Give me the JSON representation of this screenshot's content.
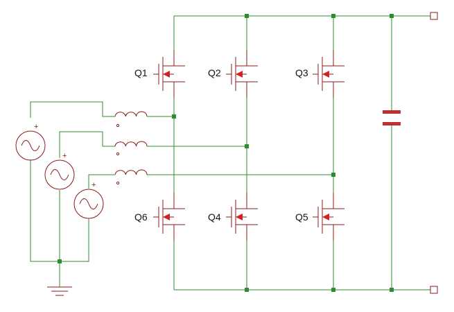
{
  "diagram": {
    "transistors": [
      {
        "id": "q1",
        "label": "Q1"
      },
      {
        "id": "q2",
        "label": "Q2"
      },
      {
        "id": "q3",
        "label": "Q3"
      },
      {
        "id": "q6",
        "label": "Q6"
      },
      {
        "id": "q4",
        "label": "Q4"
      },
      {
        "id": "q5",
        "label": "Q5"
      }
    ],
    "sources": [
      {
        "id": "source-1",
        "polarity": "+"
      },
      {
        "id": "source-2",
        "polarity": "+"
      },
      {
        "id": "source-3",
        "polarity": "+"
      }
    ],
    "colors": {
      "wire": "#2e8b2e",
      "device": "#8b1a1a",
      "arrow": "#d42020",
      "capacitor": "#c03030"
    }
  }
}
